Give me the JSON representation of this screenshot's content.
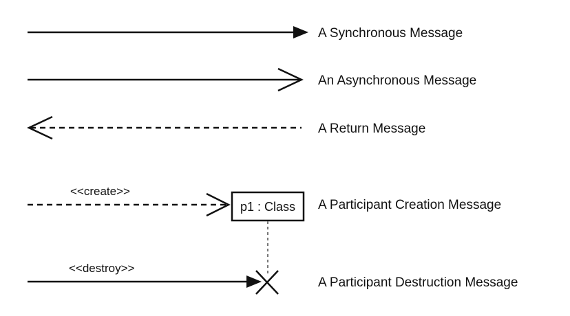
{
  "messages": {
    "synchronous": {
      "label": "A Synchronous Message"
    },
    "asynchronous": {
      "label": "An Asynchronous Message"
    },
    "return": {
      "label": "A Return Message"
    },
    "creation": {
      "label": "A Participant Creation Message",
      "stereotype": "<<create>>"
    },
    "destruction": {
      "label": "A Participant Destruction Message",
      "stereotype": "<<destroy>>"
    }
  },
  "participant": {
    "name": "p1 : Class"
  },
  "colors": {
    "ink": "#111111",
    "lifeline": "#777777"
  }
}
